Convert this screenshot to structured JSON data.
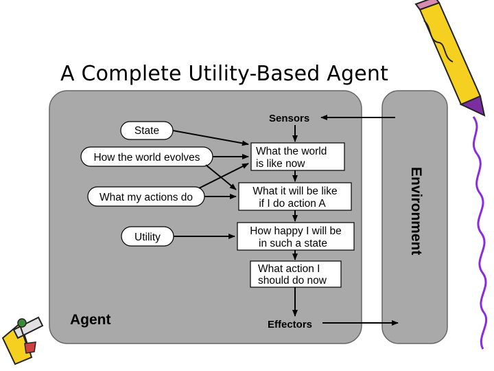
{
  "title": "A Complete Utility-Based Agent",
  "agent_label": "Agent",
  "environment_label": "Environment",
  "sensors_label": "Sensors",
  "effectors_label": "Effectors",
  "knowledge": {
    "state": "State",
    "world_evolves": "How the world evolves",
    "actions_do": "What my actions do",
    "utility": "Utility"
  },
  "process": {
    "world_now_1": "What the world",
    "world_now_2": "is like now",
    "will_be_1": "What it will be like",
    "will_be_2": "if I do action A",
    "happy_1": "How happy I will be",
    "happy_2": "in such a state",
    "action_1": "What action I",
    "action_2": "should do now"
  },
  "colors": {
    "panel": "#a9a9a9",
    "box": "#ffffff",
    "stroke": "#000000",
    "pencil": "#f5d020",
    "pencil_tip": "#7a2ea0"
  }
}
